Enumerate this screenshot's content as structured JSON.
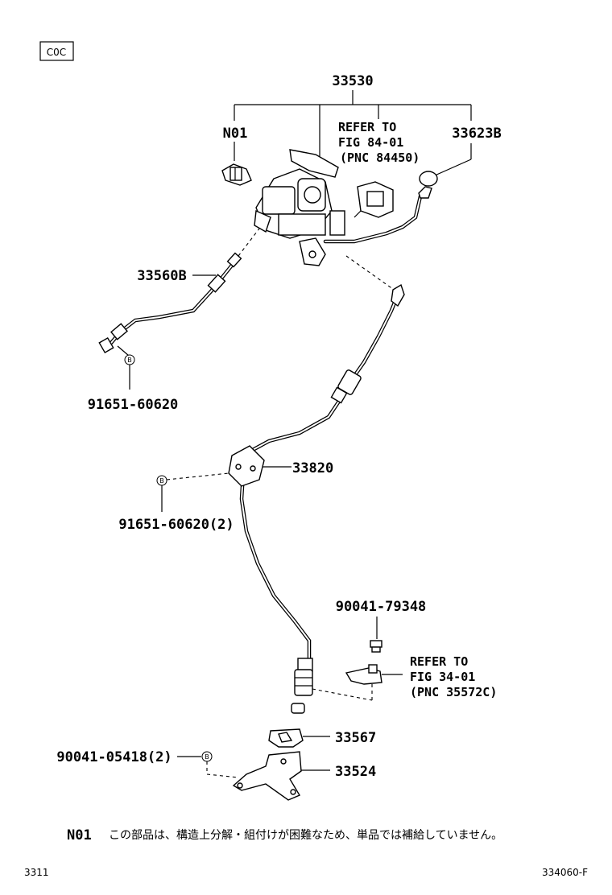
{
  "header": {
    "code_box": "C0C"
  },
  "callouts": {
    "assembly": "33530",
    "n01": "N01",
    "refer1_l1": "REFER TO",
    "refer1_l2": "FIG 84-01",
    "refer1_l3": "(PNC 84450)",
    "knob": "33623B",
    "cable_upper": "33560B",
    "clip_upper": "91651-60620",
    "bracket": "33820",
    "clip_bracket": "91651-60620(2)",
    "bolt_top": "90041-79348",
    "refer2_l1": "REFER TO",
    "refer2_l2": "FIG 34-01",
    "refer2_l3": "(PNC 35572C)",
    "retainer": "33567",
    "bolt_bottom": "90041-05418(2)",
    "lower_bracket": "33524",
    "clip_symbol": "B"
  },
  "footnote": {
    "code": "N01",
    "text": "この部品は、構造上分解・組付けが困難なため、単品では補給していません。"
  },
  "footer": {
    "left": "3311",
    "right": "334060-F"
  }
}
